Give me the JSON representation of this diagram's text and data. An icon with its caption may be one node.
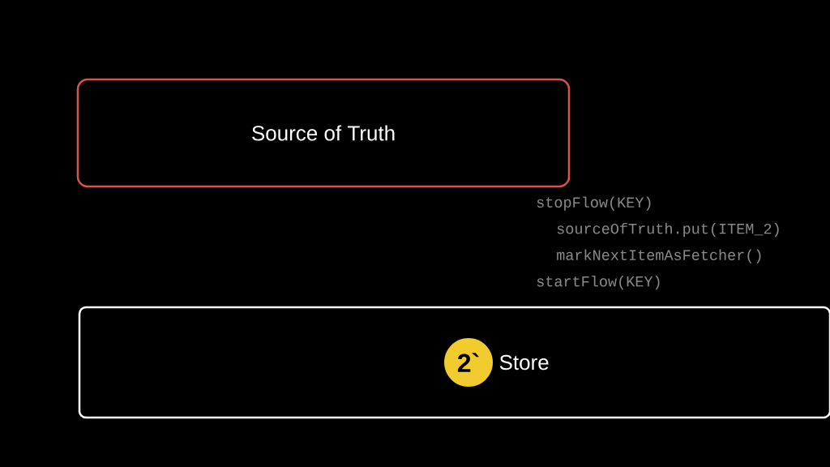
{
  "diagram": {
    "nodes": [
      {
        "text": [
          "Source of Truth"
        ]
      },
      {
        "text": [
          "Store"
        ]
      },
      {
        "text": [
          "2`"
        ],
        "in": 1
      }
    ],
    "labels": [
      "stopFlow(KEY)",
      "sourceOfTruth.put(ITEM_2)",
      "markNextItemAsFetcher()",
      "startFlow(KEY)"
    ]
  }
}
